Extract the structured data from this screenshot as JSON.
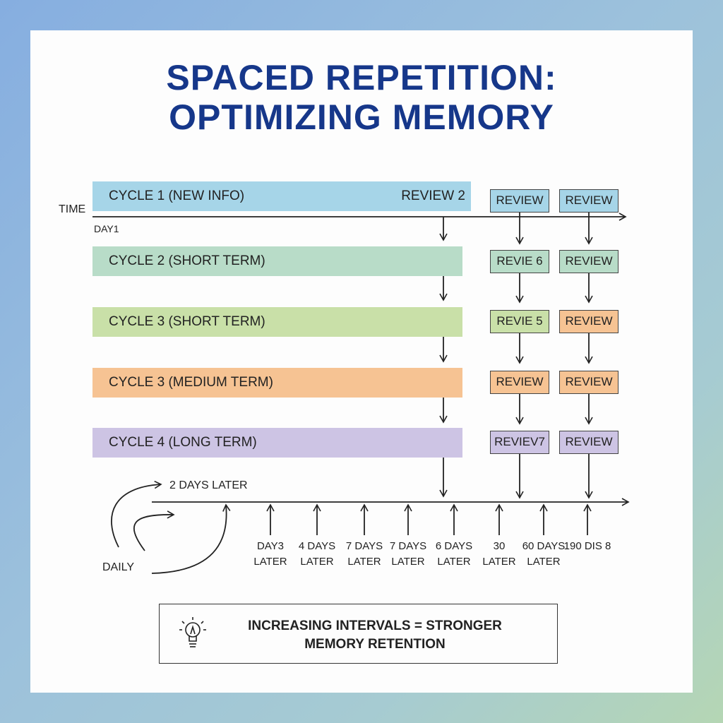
{
  "title": {
    "line1": "SPACED REPETITION:",
    "line2": "OPTIMIZING MEMORY"
  },
  "axis": {
    "time_label": "TIME",
    "day1_label": "DAY1"
  },
  "cycles": [
    {
      "label": "CYCLE 1 (NEW INFO)",
      "extra": "REVIEW 2",
      "color": "#a6d5e8"
    },
    {
      "label": "CYCLE 2 (SHORT TERM)",
      "color": "#b8dcc8"
    },
    {
      "label": "CYCLE 3 (SHORT TERM)",
      "color": "#c9e0a8"
    },
    {
      "label": "CYCLE 3 (MEDIUM TERM)",
      "color": "#f6c393"
    },
    {
      "label": "CYCLE 4 (LONG TERM)",
      "color": "#cdc4e4"
    }
  ],
  "reviews": [
    [
      "REVIEW",
      "REVIEW"
    ],
    [
      "REVIE 6",
      "REVIEW"
    ],
    [
      "REVIE 5",
      "REVIEW"
    ],
    [
      "REVIEW",
      "REVIEW"
    ],
    [
      "REVIEV7",
      "REVIEW"
    ]
  ],
  "bottom": {
    "two_days": "2 DAYS LATER",
    "daily": "DAILY",
    "intervals": [
      {
        "l1": "DAY3",
        "l2": "LATER"
      },
      {
        "l1": "4 DAYS",
        "l2": "LATER"
      },
      {
        "l1": "7 DAYS",
        "l2": "LATER"
      },
      {
        "l1": "7 DAYS",
        "l2": "LATER"
      },
      {
        "l1": "6 DAYS",
        "l2": "LATER"
      },
      {
        "l1": "30",
        "l2": "LATER"
      },
      {
        "l1": "60 DAYS",
        "l2": "LATER"
      },
      {
        "l1": "190 DIS 8",
        "l2": ""
      }
    ]
  },
  "note": {
    "line1": "INCREASING INTERVALS = STRONGER",
    "line2": "MEMORY RETENTION"
  }
}
